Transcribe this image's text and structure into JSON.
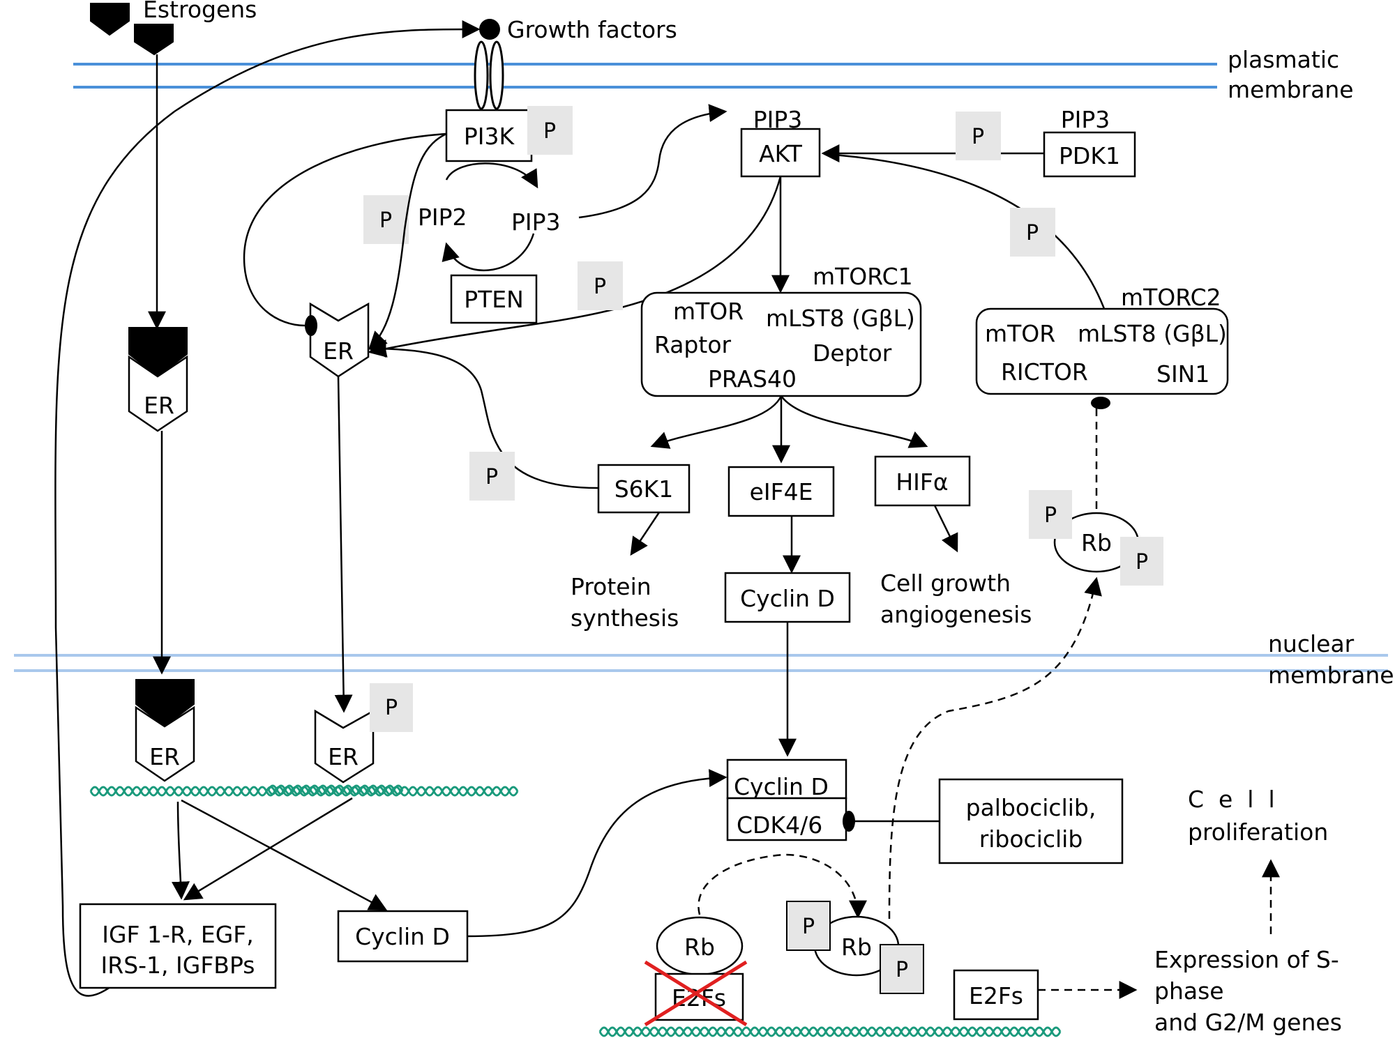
{
  "labels": {
    "estrogens": "Estrogens",
    "growth_factors": "Growth factors",
    "plasmatic": "plasmatic",
    "membrane": "membrane",
    "nuclear": "nuclear",
    "nuclear_membrane": "membrane",
    "pi3k": "PI3K",
    "pip2": "PIP2",
    "pip3_cycle": "PIP3",
    "pten": "PTEN",
    "pip3_akt": "PIP3",
    "akt": "AKT",
    "pip3_pdk1": "PIP3",
    "pdk1": "PDK1",
    "mtorc1": "mTORC1",
    "mtorc1_mtor": "mTOR",
    "mtorc1_mlst8": "mLST8 (GβL)",
    "mtorc1_raptor": "Raptor",
    "mtorc1_deptor": "Deptor",
    "mtorc1_pras40": "PRAS40",
    "mtorc2": "mTORC2",
    "mtorc2_mtor": "mTOR",
    "mtorc2_mlst8": "mLST8 (GβL)",
    "mtorc2_rictor": "RICTOR",
    "mtorc2_sin1": "SIN1",
    "s6k1": "S6K1",
    "eif4e": "eIF4E",
    "hifa": "HIFα",
    "protein": "Protein",
    "synthesis": "synthesis",
    "cyclin_d_cyto": "Cyclin D",
    "cell_growth": "Cell growth",
    "angiogenesis": "angiogenesis",
    "rb_cyto": "Rb",
    "er": "ER",
    "cyclin_d_complex": "Cyclin D",
    "cdk46": "CDK4/6",
    "palbociclib": "palbociclib,",
    "ribociclib": "ribociclib",
    "cell": "C  e  l  l",
    "proliferation": "proliferation",
    "igf_line1": "IGF 1-R, EGF,",
    "igf_line2": "IRS-1, IGFBPs",
    "cyclin_d_nuc": "Cyclin D",
    "rb": "Rb",
    "e2fs_blocked": "E2Fs",
    "rb_phos": "Rb",
    "e2fs": "E2Fs",
    "expr_line1": "Expression  of  S-",
    "expr_line2": "phase",
    "expr_line3": "and G2/M genes",
    "p": "P"
  },
  "colors": {
    "plasma_membrane": "#4a90d9",
    "nuclear_membrane": "#a9c8ec",
    "dna": "#1a9a7c",
    "phospho_box": "#e6e6e6",
    "inhibit_cross": "#e02020"
  }
}
